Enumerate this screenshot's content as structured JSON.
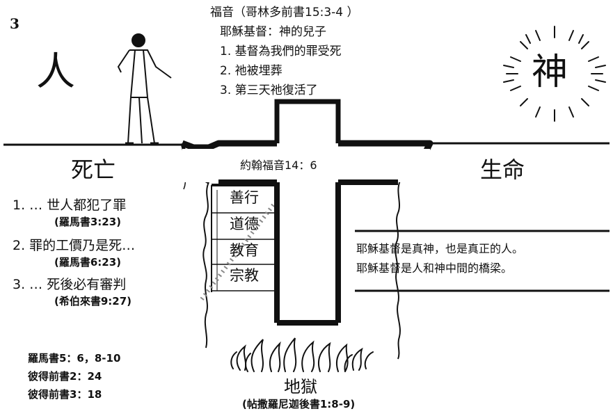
{
  "page_number": "3",
  "gospel": {
    "title": "福音（哥林多前書15:3-4 ）",
    "subtitle": "耶穌基督：神的兒子",
    "points": [
      "1. 基督為我們的罪受死",
      "2. 祂被埋葬",
      "3. 第三天祂復活了"
    ]
  },
  "man_label": "人",
  "god_label": "神",
  "cross_ref": "約翰福音14：6",
  "death": {
    "label": "死亡",
    "points": [
      {
        "text": "1. … 世人都犯了罪",
        "ref": "(羅馬書3:23)"
      },
      {
        "text": "2. 罪的工價乃是死…",
        "ref": "(羅馬書6:23)"
      },
      {
        "text": "3. … 死後必有審判",
        "ref": "(希伯來書9:27)"
      }
    ]
  },
  "refs_bottom": [
    "羅馬書5：6，8-10",
    "彼得前書2：24",
    "彼得前書3：18"
  ],
  "life": {
    "label": "生命",
    "lines": [
      "耶穌基督是真神，也是真正的人。",
      "耶穌基督是人和神中間的橋梁。"
    ]
  },
  "wall_items": [
    "善行",
    "道德",
    "教育",
    "宗教"
  ],
  "hell": {
    "label": "地獄",
    "ref": "(帖撒羅尼迦後書1:8-9)"
  }
}
